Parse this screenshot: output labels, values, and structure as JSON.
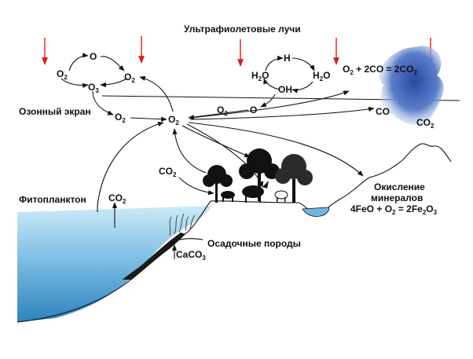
{
  "title": "Ультрафиолетовые лучи",
  "labels": {
    "ozone_layer": "Озонный экран",
    "phytoplankton": "Фитопланктон",
    "sediments": "Осадочные породы",
    "mineral_oxidation_line1": "Окисление",
    "mineral_oxidation_line2": "минералов"
  },
  "chem": {
    "o": "O",
    "o2": "O",
    "o3": "O",
    "h": "H",
    "h2o": "H",
    "oh": "OH",
    "co": "CO",
    "co2": "CO",
    "caco3": "CaCO",
    "sub2": "2",
    "sub3": "3",
    "h2o_tail": "O",
    "co_eq_left": "O",
    "co_eq_mid": " + 2CO = 2CO",
    "fe_eq_left": "4FeO + O",
    "fe_eq_mid": " = 2Fe",
    "fe_eq_o": "O"
  },
  "colors": {
    "uv_arrow": "#e01b1b",
    "water_top": "#bfe3f5",
    "water_deep": "#3b8fc7",
    "cloud": "#2f56b0"
  }
}
